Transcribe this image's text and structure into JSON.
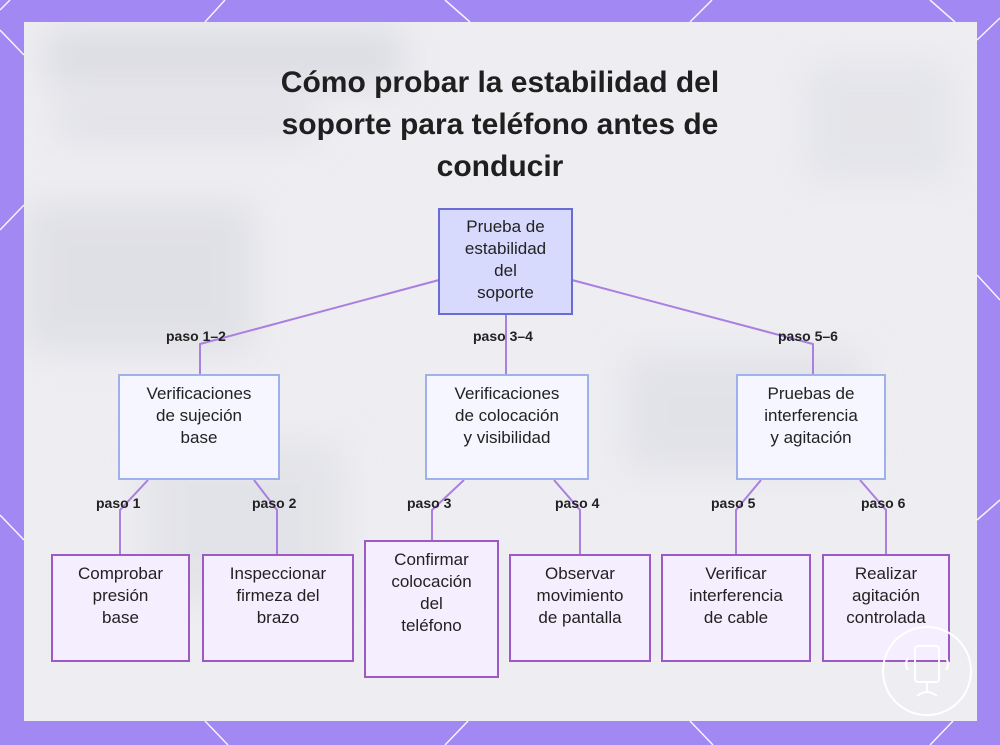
{
  "title_lines": [
    "Cómo probar la estabilidad del",
    "soporte para teléfono antes de",
    "conducir"
  ],
  "root": {
    "lines": [
      "Prueba de",
      "estabilidad",
      "del",
      "soporte"
    ]
  },
  "groups": [
    {
      "edge_label": "paso 1–2",
      "lines": [
        "Verificaciones",
        "de sujeción",
        "base"
      ]
    },
    {
      "edge_label": "paso 3–4",
      "lines": [
        "Verificaciones",
        "de colocación",
        "y visibilidad"
      ]
    },
    {
      "edge_label": "paso 5–6",
      "lines": [
        "Pruebas de",
        "interferencia",
        "y agitación"
      ]
    }
  ],
  "steps": [
    {
      "edge_label": "paso 1",
      "lines": [
        "Comprobar",
        "presión",
        "base"
      ]
    },
    {
      "edge_label": "paso 2",
      "lines": [
        "Inspeccionar",
        "firmeza del",
        "brazo"
      ]
    },
    {
      "edge_label": "paso 3",
      "lines": [
        "Confirmar",
        "colocación",
        "del",
        "teléfono"
      ]
    },
    {
      "edge_label": "paso 4",
      "lines": [
        "Observar",
        "movimiento",
        "de pantalla"
      ]
    },
    {
      "edge_label": "paso 5",
      "lines": [
        "Verificar",
        "interferencia",
        "de cable"
      ]
    },
    {
      "edge_label": "paso 6",
      "lines": [
        "Realizar",
        "agitación",
        "controlada"
      ]
    }
  ],
  "colors": {
    "frame": "#a188f3",
    "edge": "#a97fe0",
    "root_fill": "#d7dafd",
    "leaf_border": "#9b5ac6"
  },
  "icons": [
    "phone-holder-logo-icon"
  ]
}
